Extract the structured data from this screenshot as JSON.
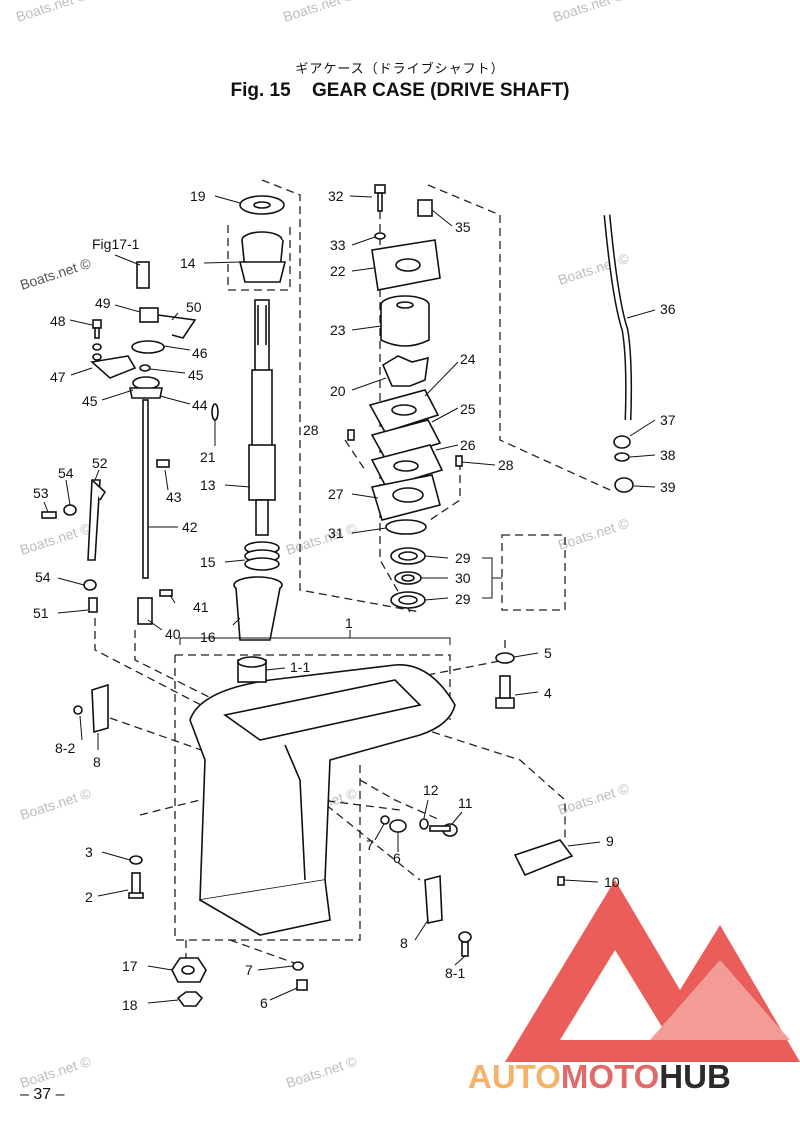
{
  "title_jp": "ギアケース（ドライブシャフト）",
  "title_fig": "Fig. 15",
  "title_en": "GEAR CASE   (DRIVE SHAFT)",
  "ref_fig": "Fig17-1",
  "watermark": "Boats.net ©",
  "page_number": "– 37 –",
  "logo": {
    "part1": "AUTO",
    "part2": "MOTO",
    "part3": "HUB",
    "colors": {
      "auto": "#f6b26b",
      "moto": "#e06a6a",
      "hub": "#2b2b2b",
      "triangle": "#e8413c"
    }
  },
  "callouts": [
    "19",
    "14",
    "13",
    "15",
    "16",
    "21",
    "32",
    "33",
    "35",
    "22",
    "23",
    "24",
    "20",
    "25",
    "26",
    "28",
    "28",
    "27",
    "31",
    "29",
    "30",
    "29",
    "36",
    "37",
    "38",
    "39",
    "49",
    "50",
    "48",
    "46",
    "47",
    "45",
    "45",
    "44",
    "43",
    "42",
    "52",
    "54",
    "53",
    "54",
    "51",
    "41",
    "40",
    "1",
    "1-1",
    "5",
    "4",
    "8-2",
    "8",
    "3",
    "2",
    "12",
    "11",
    "7",
    "6",
    "9",
    "10",
    "8",
    "8-1",
    "17",
    "7",
    "6",
    "18"
  ]
}
